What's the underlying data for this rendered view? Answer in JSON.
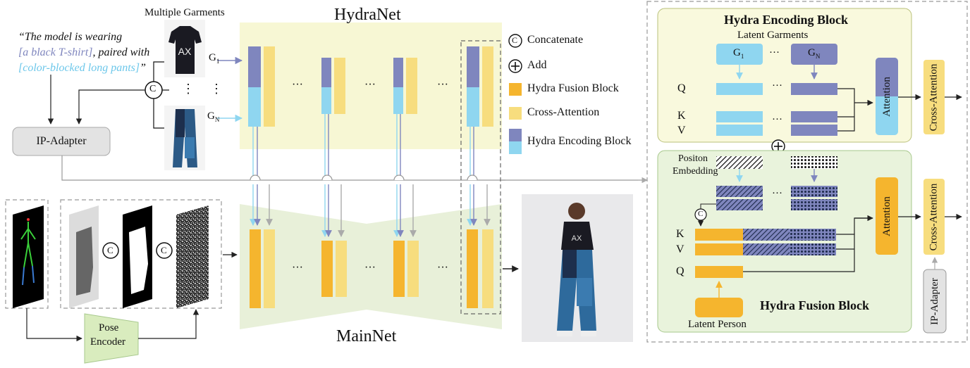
{
  "caption": {
    "line1": "“The model is wearing",
    "line2_a": "[a black T-shirt]",
    "line2_b": ", paired with",
    "line3_a": "[color-blocked long pants]",
    "line3_b": "”"
  },
  "labels": {
    "multiple_garments": "Multiple Garments",
    "hydranet": "HydraNet",
    "mainnet": "MainNet",
    "ip_adapter": "IP-Adapter",
    "pose_encoder_1": "Pose",
    "pose_encoder_2": "Encoder",
    "g1": "G",
    "g1_sub": "1",
    "gn": "G",
    "gn_sub": "N",
    "c": "C",
    "vdots": "⋮",
    "ellipsis": "···"
  },
  "legend": {
    "concatenate": "Concatenate",
    "add": "Add",
    "fusion": "Hydra Fusion Block",
    "cross": "Cross-Attention",
    "encoding": "Hydra Encoding Block"
  },
  "encoding_block": {
    "title": "Hydra Encoding Block",
    "latent_garments": "Latent Garments",
    "g1": "G",
    "g1_sub": "1",
    "gn": "G",
    "gn_sub": "N",
    "q": "Q",
    "k": "K",
    "v": "V",
    "attention": "Attention",
    "cross_attention": "Cross-Attention"
  },
  "fusion_block": {
    "title": "Hydra Fusion Block",
    "position_embedding_1": "Positon",
    "position_embedding_2": "Embedding",
    "k": "K",
    "v": "V",
    "q": "Q",
    "attention": "Attention",
    "cross_attention": "Cross-Attention",
    "ip_adapter": "IP-Adapter",
    "latent_person": "Latent Person"
  },
  "colors": {
    "yellow": "#f5b52e",
    "light_yellow": "#f7dd7e",
    "purple": "#7f86be",
    "light_blue": "#8fd6f0",
    "hydranet_bg": "#f7f7d4",
    "mainnet_bg": "#e8f0d9",
    "encoding_panel": "#f9f9dd",
    "fusion_panel": "#e9f3dc",
    "gray_box": "#e3e3e3"
  }
}
